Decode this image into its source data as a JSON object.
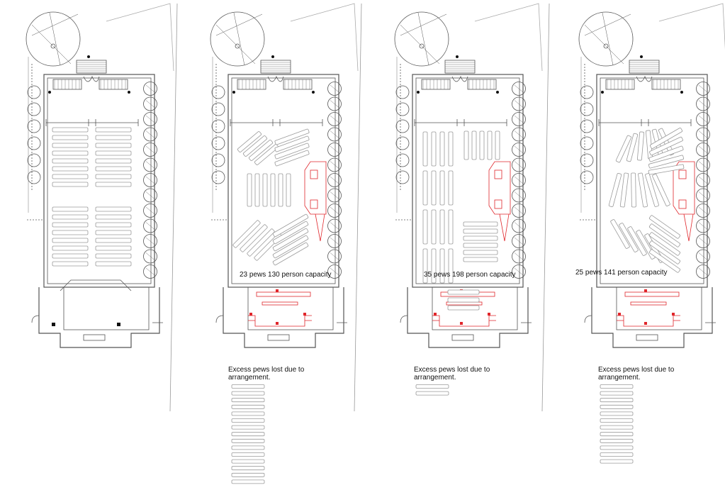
{
  "panels": [
    {
      "id": "existing",
      "caption": null,
      "excess_label": null,
      "excess_pews": 0,
      "layout": "rows"
    },
    {
      "id": "option-a",
      "caption": "23 pews 130 person capacity",
      "excess_label": "Excess pews lost due to arrangement.",
      "excess_pews": 15,
      "layout": "radial"
    },
    {
      "id": "option-b",
      "caption": "35 pews 198 person capacity",
      "excess_label": "Excess pews lost due to arrangement.",
      "excess_pews": 2,
      "layout": "blocks"
    },
    {
      "id": "option-c",
      "caption": "25 pews 141 person capacity",
      "excess_label": "Excess pews lost due to arrangement.",
      "excess_pews": 12,
      "layout": "fan"
    }
  ],
  "colors": {
    "line": "#555555",
    "pew": "#9a9a9a",
    "accent": "#e0262b"
  }
}
